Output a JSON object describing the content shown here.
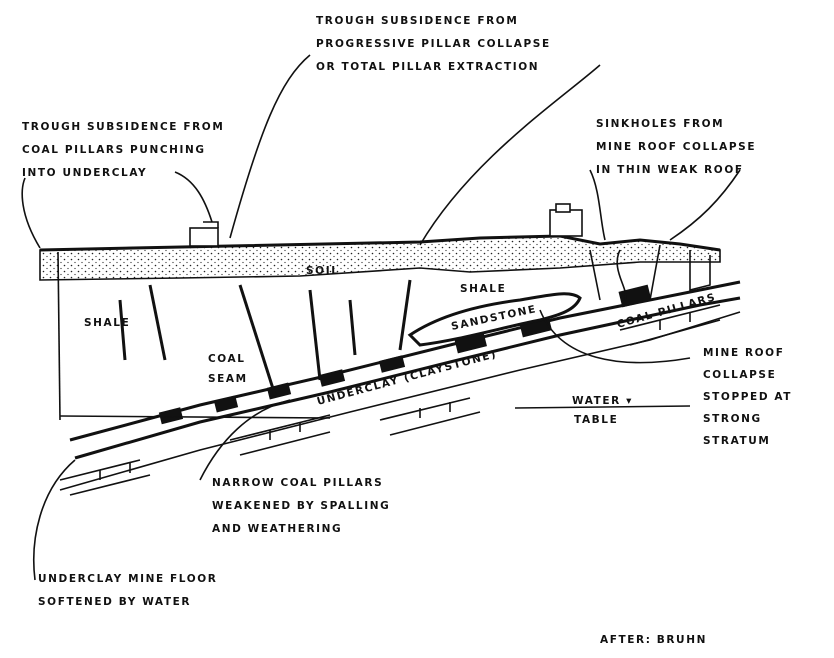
{
  "labels": {
    "trough_pillar_collapse": [
      "TROUGH SUBSIDENCE FROM",
      "PROGRESSIVE PILLAR COLLAPSE",
      "OR TOTAL PILLAR EXTRACTION"
    ],
    "trough_punching": [
      "TROUGH SUBSIDENCE FROM",
      "COAL PILLARS PUNCHING",
      "INTO UNDERCLAY"
    ],
    "sinkholes": [
      "SINKHOLES FROM",
      "MINE ROOF COLLAPSE",
      "IN THIN WEAK ROOF"
    ],
    "mine_roof_stopped": [
      "MINE ROOF",
      "COLLAPSE",
      "STOPPED AT",
      "STRONG",
      "STRATUM"
    ],
    "narrow_pillars": [
      "NARROW COAL PILLARS",
      "WEAKENED BY SPALLING",
      "AND WEATHERING"
    ],
    "underclay_floor": [
      "UNDERCLAY MINE FLOOR",
      "SOFTENED BY WATER"
    ],
    "soil": "SOIL",
    "shale_left": "SHALE",
    "shale_right": "SHALE",
    "sandstone": "SANDSTONE",
    "coal_seam": [
      "COAL",
      "SEAM"
    ],
    "underclay": "UNDERCLAY (CLAYSTONE)",
    "coal_pillars": "COAL PILLARS",
    "water_table": [
      "WATER ▾",
      "TABLE"
    ],
    "credit": "AFTER: BRUHN"
  }
}
